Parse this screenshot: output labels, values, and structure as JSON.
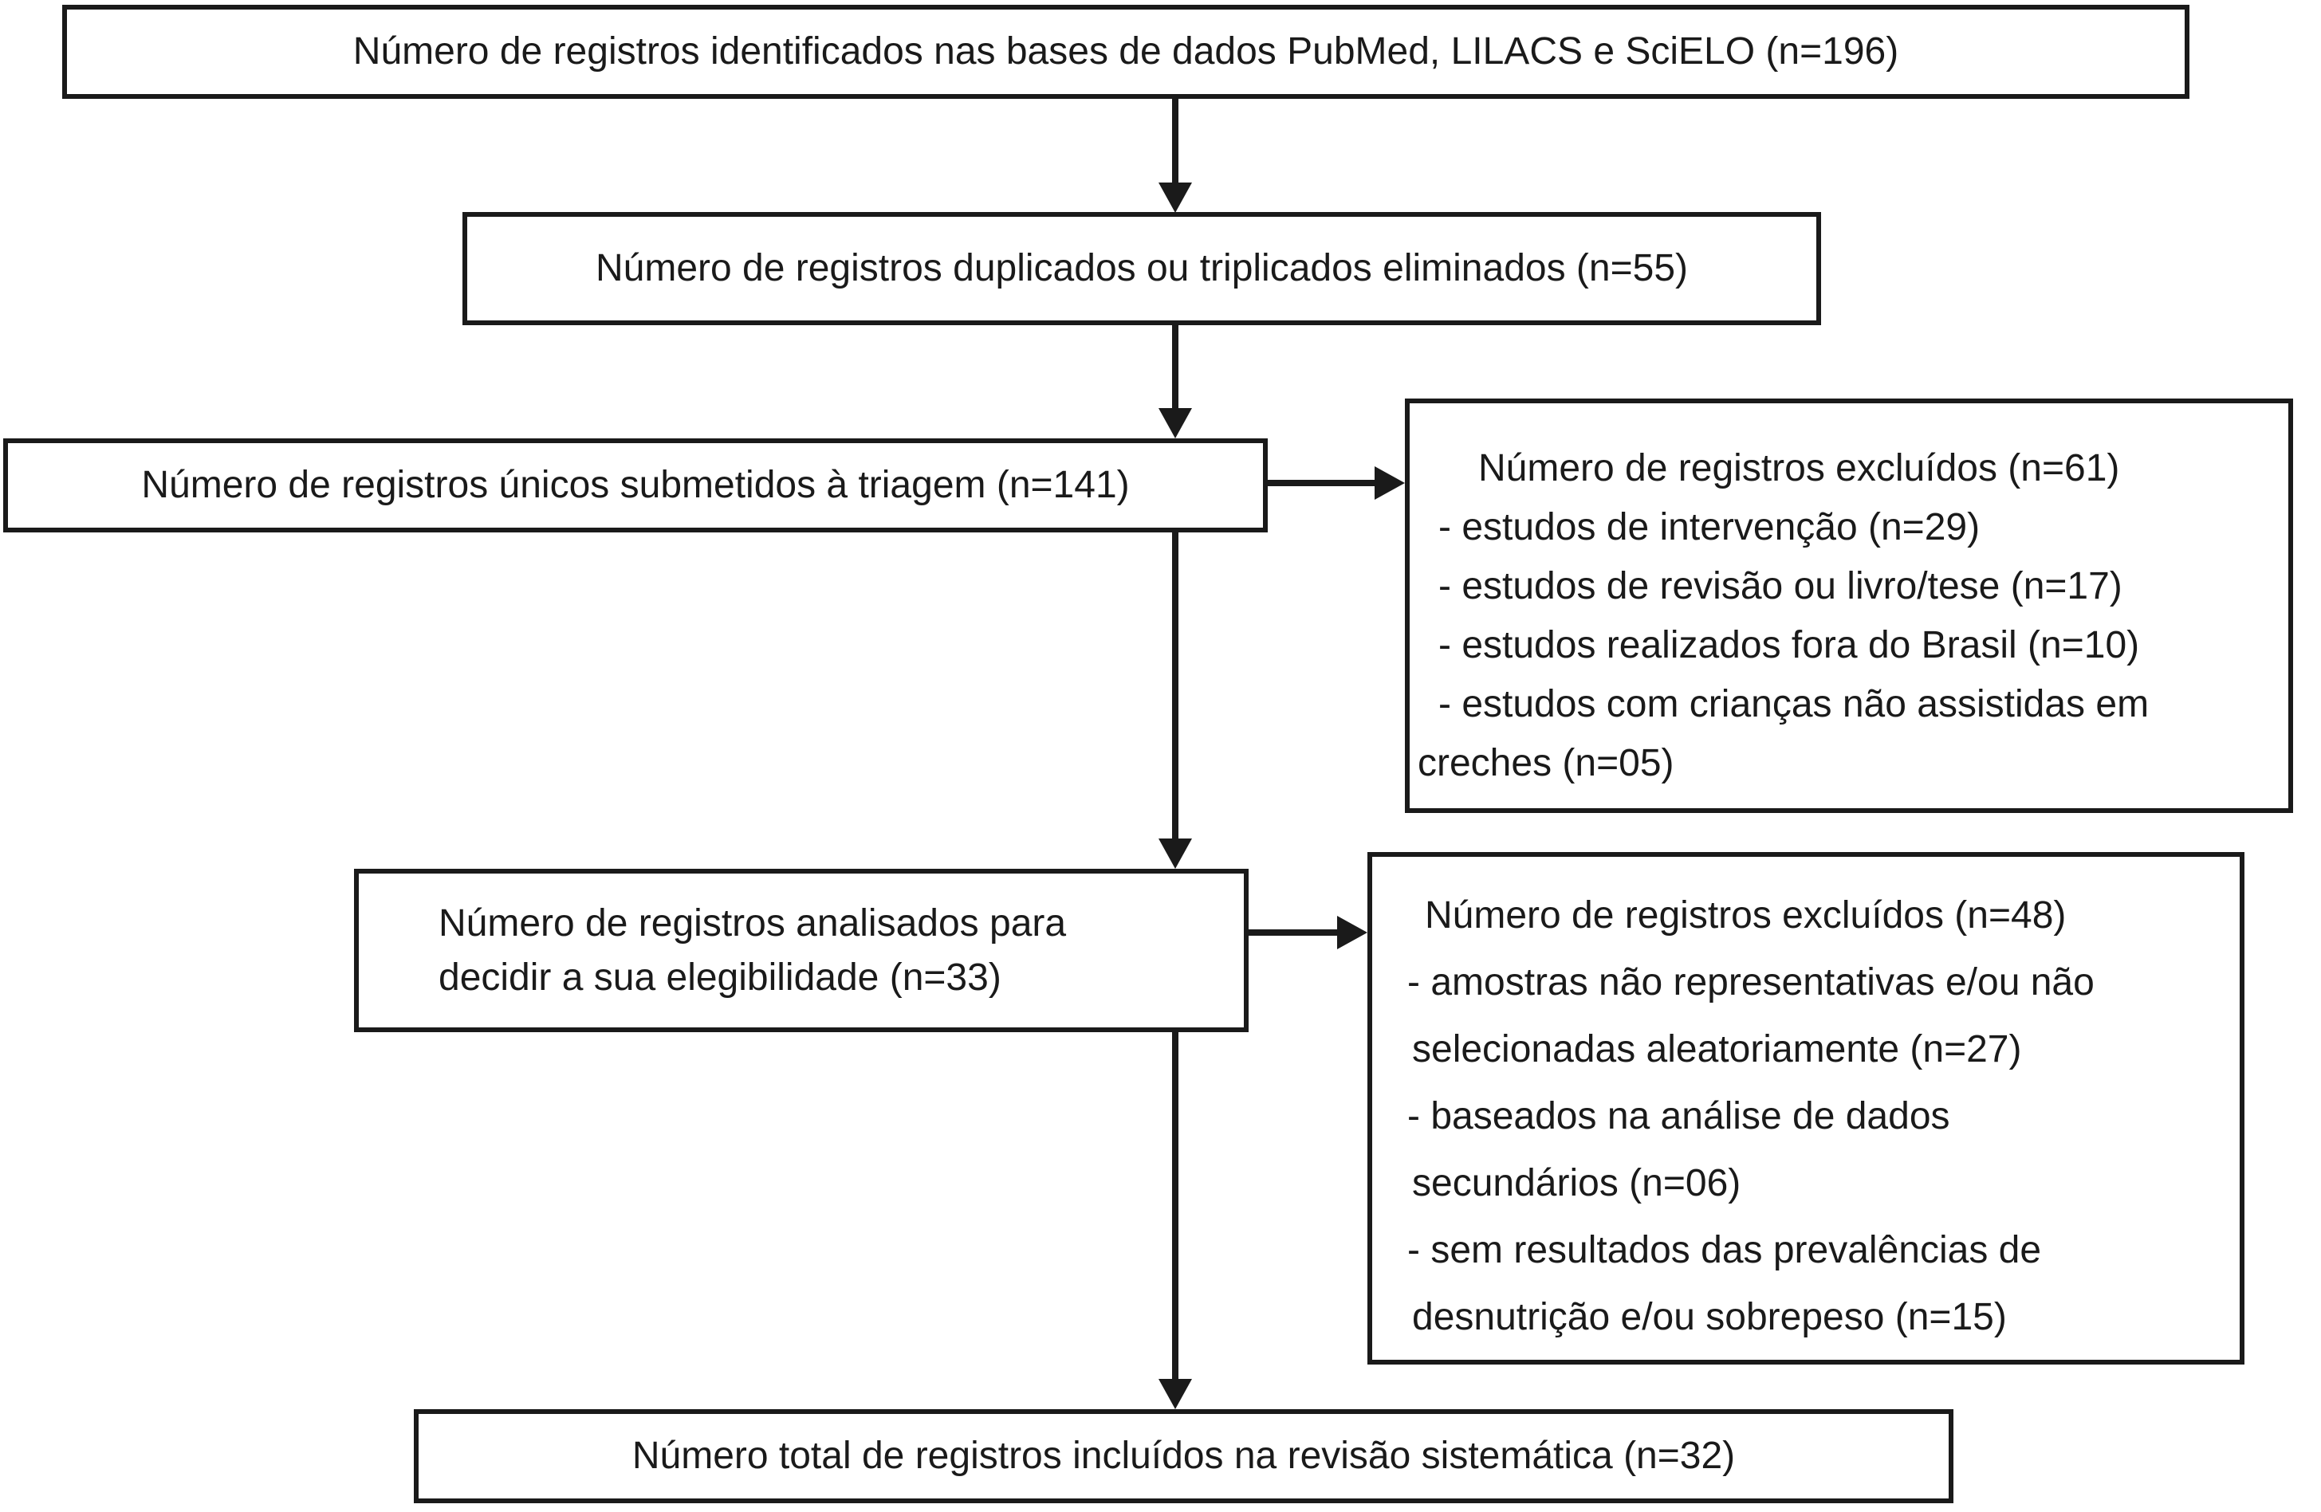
{
  "colors": {
    "ink": "#1a1a1a",
    "paper": "#ffffff"
  },
  "boxes": {
    "identified": {
      "text": "Número de registros identificados nas bases de dados PubMed, LILACS e SciELO (n=196)"
    },
    "duplicates_removed": {
      "text": "Número de registros duplicados ou triplicados eliminados (n=55)"
    },
    "screened": {
      "text": "Número de registros únicos submetidos à triagem (n=141)"
    },
    "excluded_screening": {
      "title": "Número de registros excluídos (n=61)",
      "lines": [
        "- estudos de intervenção (n=29)",
        "- estudos de revisão ou livro/tese (n=17)",
        "- estudos realizados fora do Brasil (n=10)",
        "- estudos com crianças não assistidas em",
        "creches (n=05)"
      ]
    },
    "eligibility": {
      "lines": [
        "Número de registros analisados para",
        "decidir a sua elegibilidade (n=33)"
      ]
    },
    "excluded_eligibility": {
      "title": "Número de registros excluídos (n=48)",
      "lines": [
        "- amostras não representativas e/ou não",
        "selecionadas aleatoriamente (n=27)",
        "- baseados na análise de dados",
        "secundários (n=06)",
        "- sem resultados das prevalências de",
        "desnutrição e/ou sobrepeso (n=15)"
      ]
    },
    "included": {
      "text": "Número total de registros incluídos na revisão sistemática (n=32)"
    }
  }
}
